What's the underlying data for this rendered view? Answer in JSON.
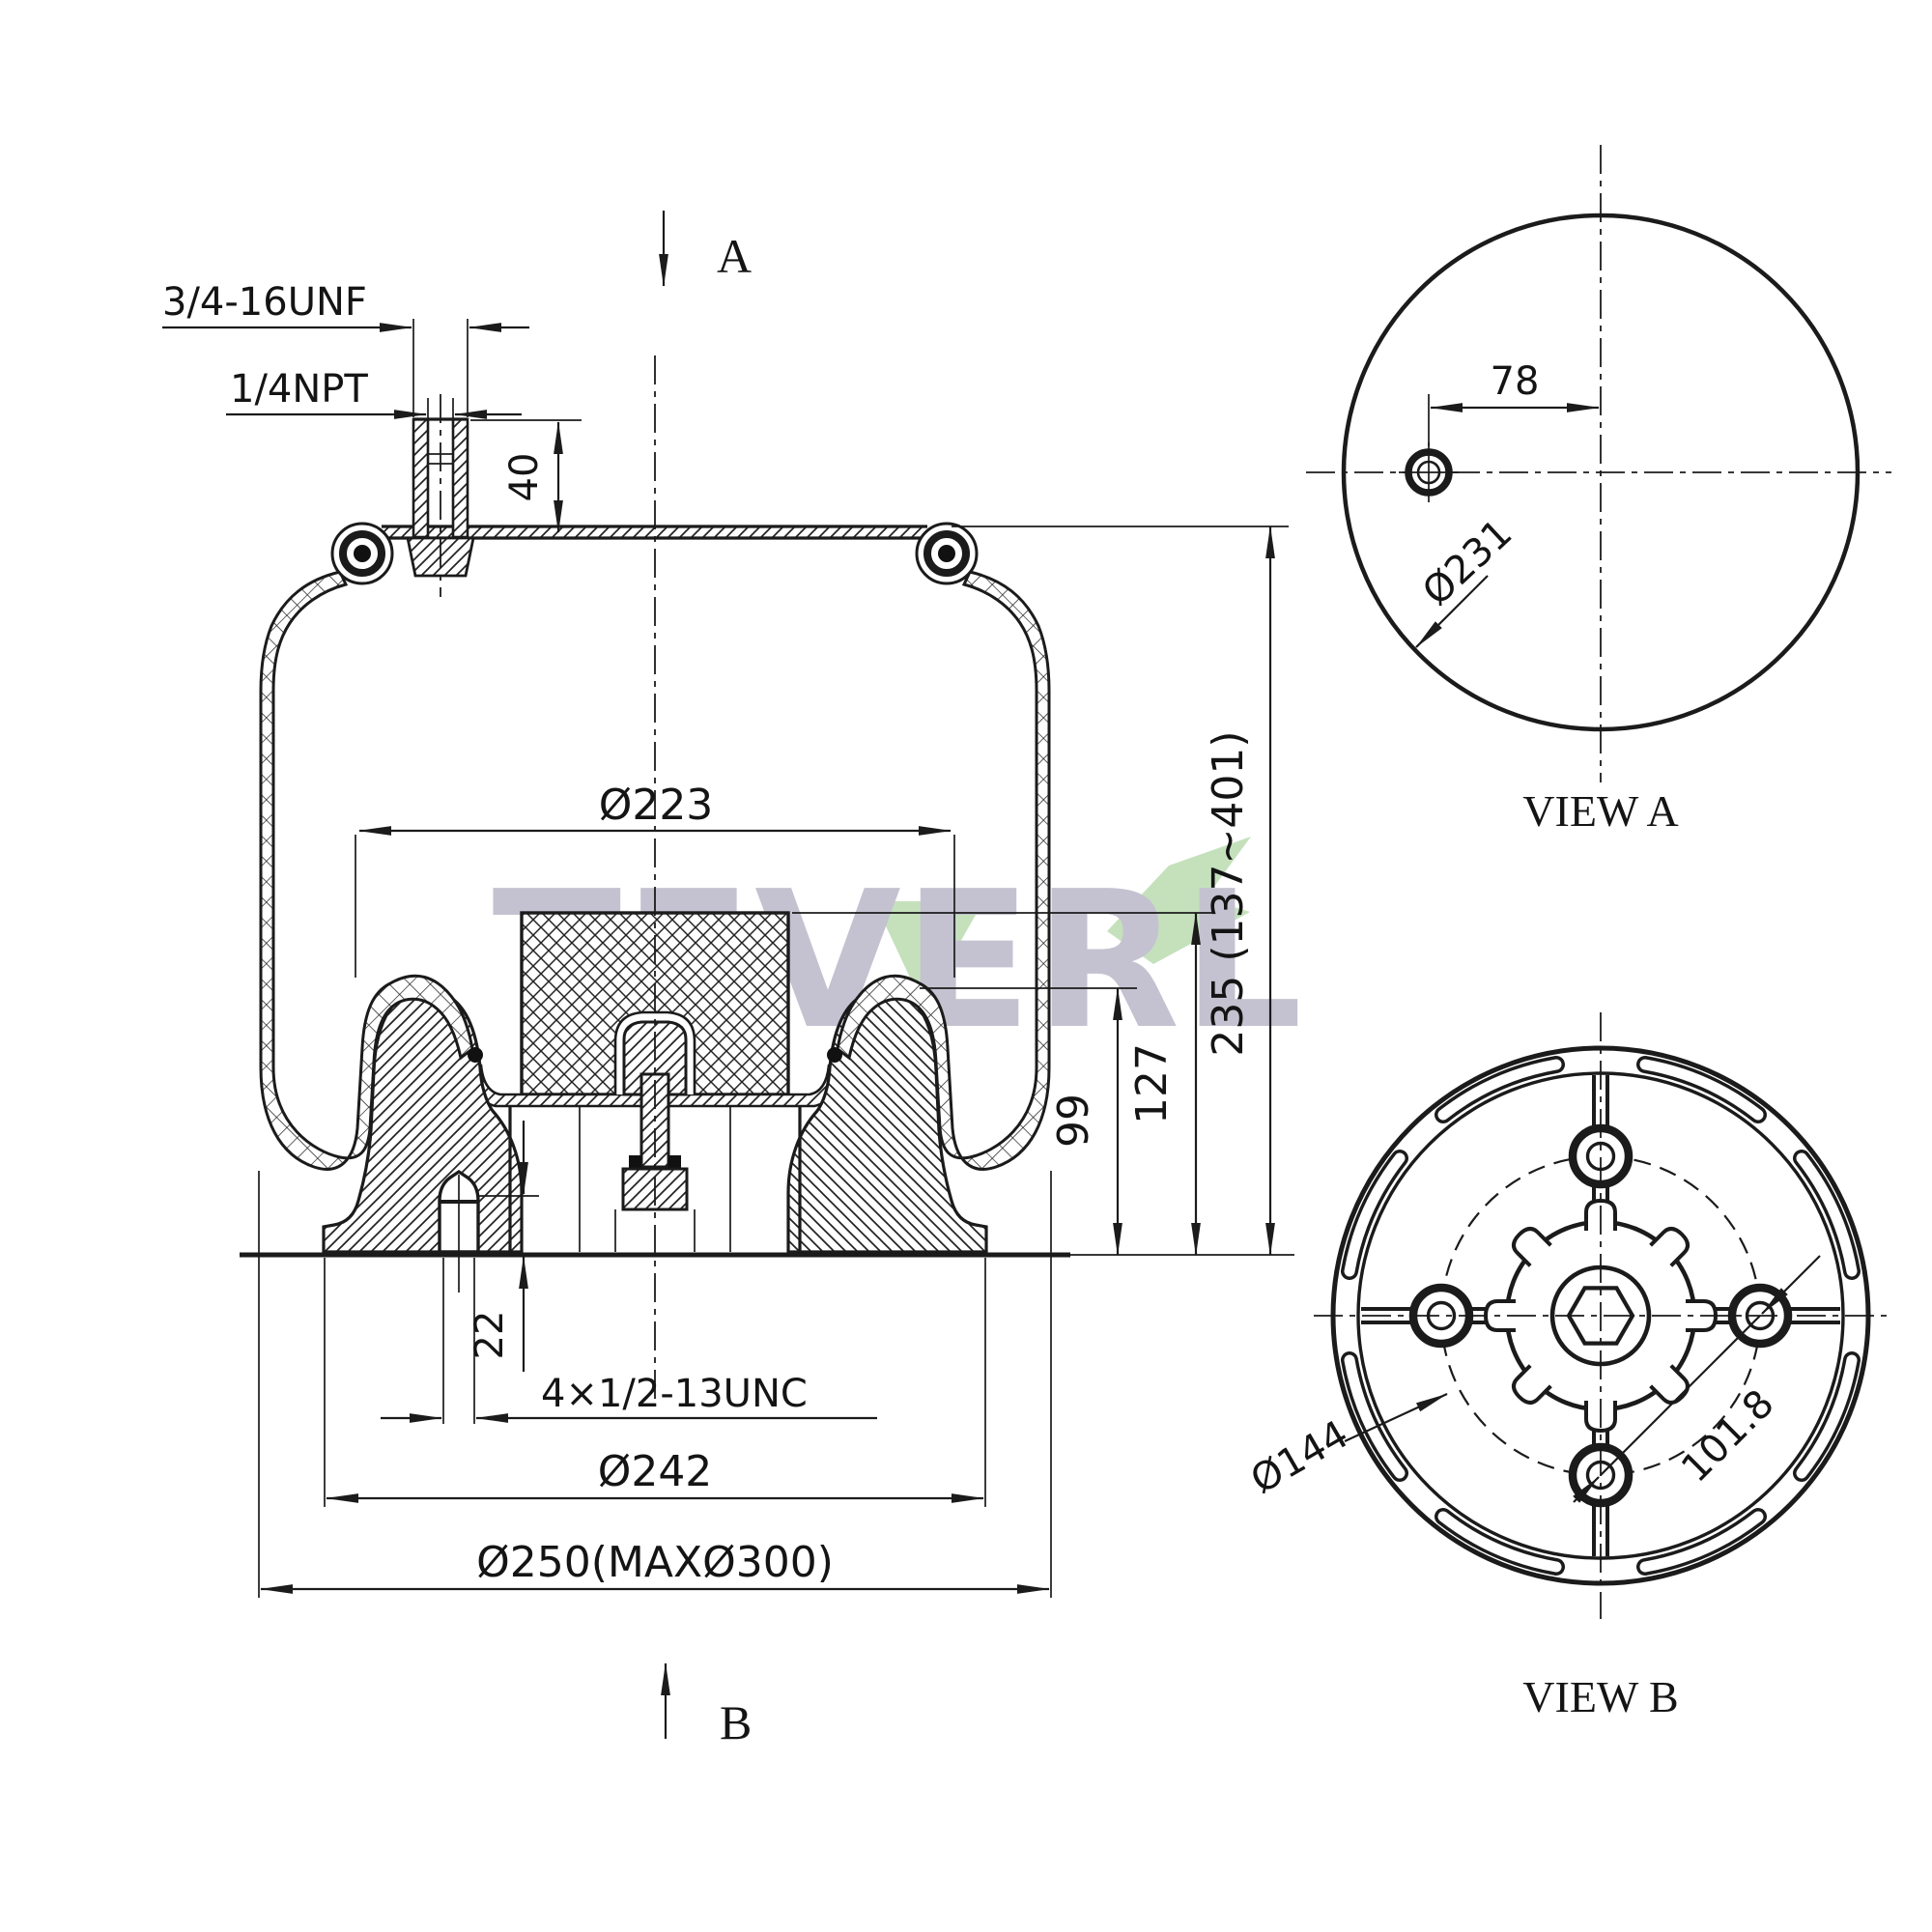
{
  "drawing": {
    "line_color": "#1b1b1b",
    "main_view": {
      "dim_top_thread": "3/4-16UNF",
      "dim_air_port": "1/4NPT",
      "dim_stud_height": "40",
      "dim_top_plate_dia": "Ø223",
      "dim_design_height": "235 (137~401)",
      "dim_piston_top_height": "127",
      "dim_bead_seat_height": "99",
      "dim_bottom_stud_len": "22",
      "dim_bottom_studs": "4×1/2-13UNC",
      "dim_piston_dia": "Ø242",
      "dim_bellows_dia": "Ø250(MAXØ300)",
      "section_arrow_top": "A",
      "section_arrow_bottom": "B"
    },
    "view_a": {
      "label": "VIEW A",
      "dim_port_offset": "78",
      "dim_plate_dia": "Ø231"
    },
    "view_b": {
      "label": "VIEW B",
      "dim_bolt_circle": "Ø144",
      "dim_bolt_spacing": "101.8"
    },
    "watermark": {
      "text": "TEVERL",
      "letter_color": "#b6b4c5",
      "accent_color": "#a9d29e"
    }
  }
}
